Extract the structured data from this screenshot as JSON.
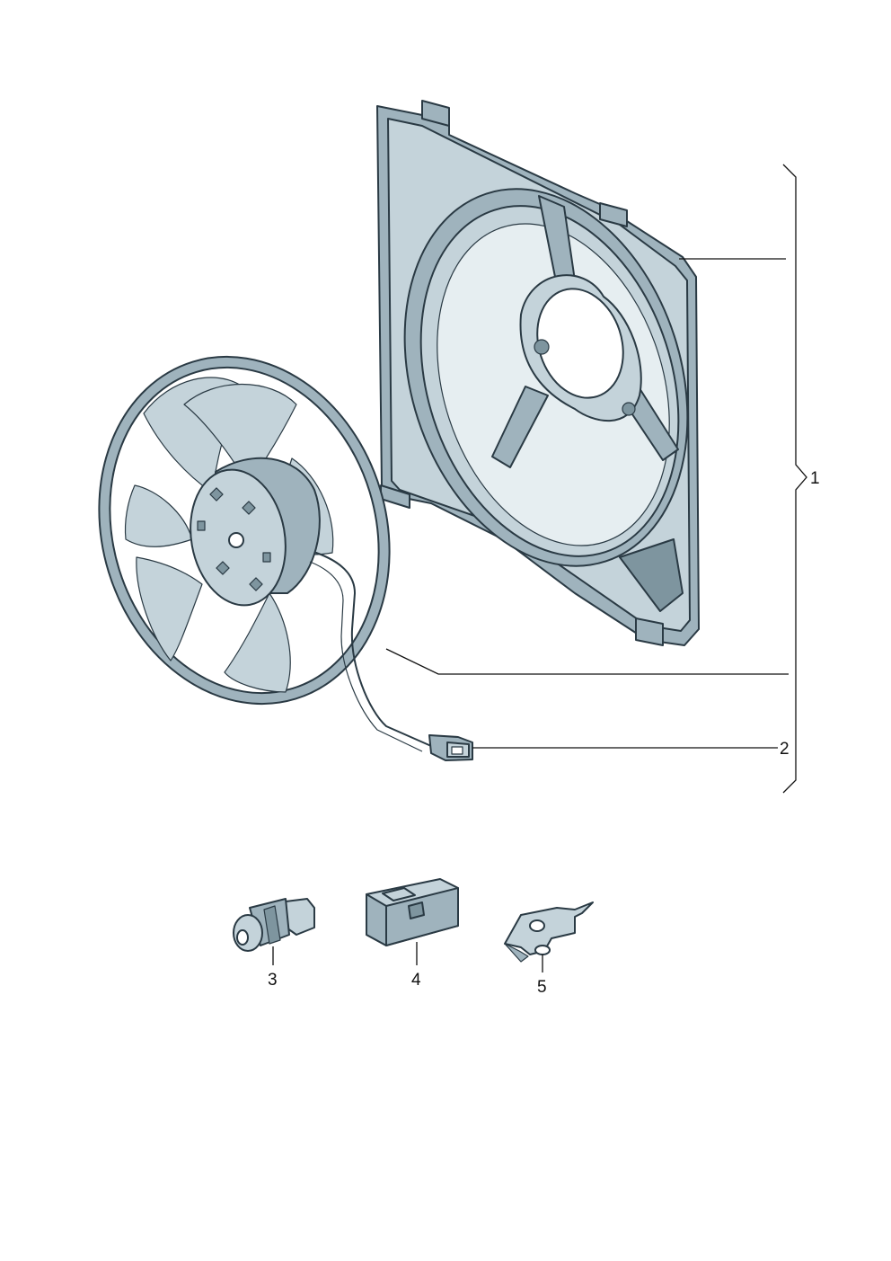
{
  "callouts": {
    "c1": "1",
    "c2": "2",
    "c3": "3",
    "c4": "4",
    "c5": "5"
  },
  "colors": {
    "part_light": "#c4d3da",
    "part_mid": "#9fb3bd",
    "part_dark": "#7e959f",
    "outline": "#2a3a44"
  }
}
